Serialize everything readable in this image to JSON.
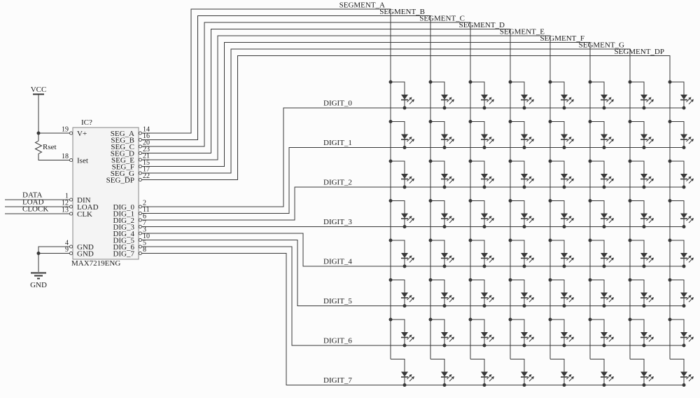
{
  "schematic": {
    "ic": {
      "designator": "IC?",
      "part": "MAX7219ENG",
      "left_pins": [
        {
          "num": "19",
          "name": "V+"
        },
        {
          "num": "18",
          "name": "Iset"
        },
        {
          "num": "1",
          "name": "DIN"
        },
        {
          "num": "12",
          "name": "LOAD"
        },
        {
          "num": "13",
          "name": "CLK"
        },
        {
          "num": "4",
          "name": "GND"
        },
        {
          "num": "9",
          "name": "GND"
        }
      ],
      "seg_pins": [
        {
          "num": "14",
          "name": "SEG_A"
        },
        {
          "num": "16",
          "name": "SEG_B"
        },
        {
          "num": "20",
          "name": "SEG_C"
        },
        {
          "num": "23",
          "name": "SEG_D"
        },
        {
          "num": "21",
          "name": "SEG_E"
        },
        {
          "num": "15",
          "name": "SEG_F"
        },
        {
          "num": "17",
          "name": "SEG_G"
        },
        {
          "num": "22",
          "name": "SEG_DP"
        }
      ],
      "dig_pins": [
        {
          "num": "2",
          "name": "DIG_0"
        },
        {
          "num": "11",
          "name": "DIG_1"
        },
        {
          "num": "6",
          "name": "DIG_2"
        },
        {
          "num": "7",
          "name": "DIG_3"
        },
        {
          "num": "3",
          "name": "DIG_4"
        },
        {
          "num": "10",
          "name": "DIG_5"
        },
        {
          "num": "5",
          "name": "DIG_6"
        },
        {
          "num": "8",
          "name": "DIG_7"
        }
      ]
    },
    "nets": {
      "segments": [
        "SEGMENT_A",
        "SEGMENT_B",
        "SEGMENT_C",
        "SEGMENT_D",
        "SEGMENT_E",
        "SEGMENT_F",
        "SEGMENT_G",
        "SEGMENT_DP"
      ],
      "digits": [
        "DIGIT_0",
        "DIGIT_1",
        "DIGIT_2",
        "DIGIT_3",
        "DIGIT_4",
        "DIGIT_5",
        "DIGIT_6",
        "DIGIT_7"
      ],
      "inputs": [
        "DATA",
        "LOAD",
        "CLOCK"
      ]
    },
    "power": {
      "vcc_label": "VCC",
      "gnd_label": "GND",
      "resistor_label": "Rset"
    },
    "matrix": {
      "rows": 8,
      "cols": 8
    },
    "colors": {
      "wire": "#383838",
      "text": "#1c1c1c",
      "ic_fill": "#f4f4f4",
      "ic_border": "#858585",
      "background": "#fcfcfc"
    }
  }
}
